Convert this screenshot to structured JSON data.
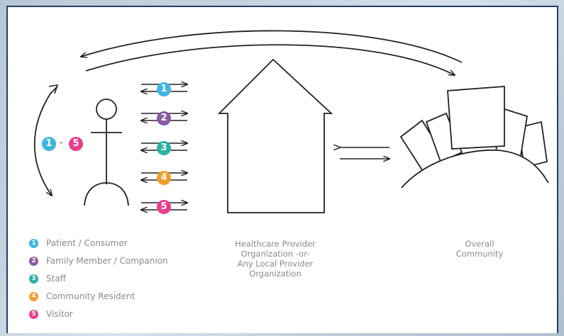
{
  "colors": {
    "frame": "#233e63",
    "line": "#222222",
    "c1": "#3fb6e0",
    "c2": "#8a5aa3",
    "c3": "#2ab3a5",
    "c4": "#f39c2b",
    "c5": "#e83e8c"
  },
  "badges": [
    "1",
    "2",
    "3",
    "4",
    "5"
  ],
  "range": {
    "from": "1",
    "sep": "-",
    "to": "5"
  },
  "legend": [
    {
      "num": "1",
      "label": "Patient / Consumer"
    },
    {
      "num": "2",
      "label": "Family Member / Companion"
    },
    {
      "num": "3",
      "label": "Staff"
    },
    {
      "num": "4",
      "label": "Community Resident"
    },
    {
      "num": "5",
      "label": "Visitor"
    }
  ],
  "captions": {
    "provider": [
      "Healthcare Provider",
      "Organization -or-",
      "Any Local Provider",
      "Organization"
    ],
    "community": [
      "Overall",
      "Community"
    ]
  }
}
